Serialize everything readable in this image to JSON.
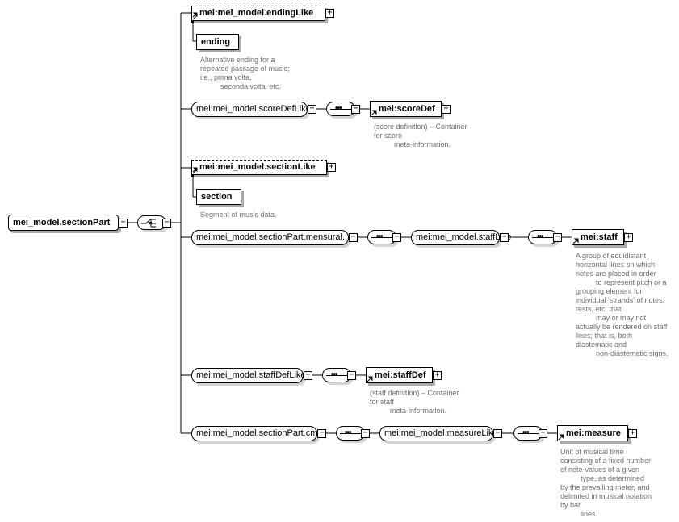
{
  "root": {
    "label": "mei_model.sectionPart"
  },
  "branches": [
    {
      "group": "mei:mei_model.endingLike",
      "child": "ending",
      "doc": "Alternative ending for a\nrepeated passage of music;\ni.e., prima volta,\n          seconda volta, etc."
    },
    {
      "group": "mei:mei_model.scoreDefLike",
      "element": "mei:scoreDef",
      "doc": "(score definition) – Container\nfor score\n          meta-information."
    },
    {
      "group": "mei:mei_model.sectionLike",
      "child": "section",
      "doc": "Segment of music data."
    },
    {
      "group": "mei:mei_model.sectionPart.mensural...",
      "subgroup": "mei:mei_model.staffLike",
      "element": "mei:staff",
      "doc": "A group of equidistant\nhorizontal lines on which\nnotes are placed in order\n          to represent pitch or a\ngrouping element for\nindividual 'strands' of notes,\nrests, etc. that\n          may or may not\nactually be rendered on staff\nlines; that is, both\ndiastematic and\n          non-diastematic signs."
    },
    {
      "group": "mei:mei_model.staffDefLike",
      "element": "mei:staffDef",
      "doc": "(staff definition) – Container\nfor staff\n          meta-information."
    },
    {
      "group": "mei:mei_model.sectionPart.cmn",
      "subgroup": "mei:mei_model.measureLike",
      "element": "mei:measure",
      "doc": "Unit of musical time\nconsisting of a fixed number\nof note-values of a given\n          type, as determined\nby the prevailing meter, and\ndelimited in musical notation\nby bar\n          lines."
    }
  ],
  "icons": {
    "expand": "+",
    "collapse": "−"
  },
  "colors": {
    "line": "#000000",
    "doc": "#6e6e6e",
    "shadow": "#aaaaaa"
  }
}
